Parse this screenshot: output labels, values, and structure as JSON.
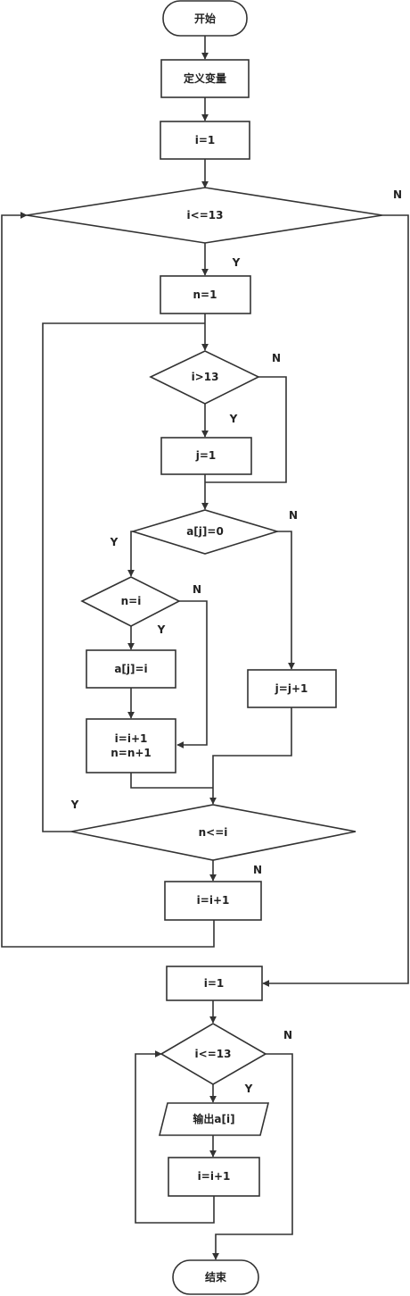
{
  "nodes": {
    "start": "开始",
    "define": "定义变量",
    "i_init": "i=1",
    "cond_i_le_13": "i<=13",
    "n_init": "n=1",
    "cond_i_gt_13": "i>13",
    "j_init": "j=1",
    "cond_aj_eq_0": "a[j]=0",
    "cond_n_eq_i": "n=i",
    "assign_aj_i": "a[j]=i",
    "inc_j": "j=j+1",
    "inc_i_line": "i=i+1",
    "inc_n_line": "n=n+1",
    "cond_n_le_i": "n<=i",
    "inc_i_outer": "i=i+1",
    "i_reset": "i=1",
    "cond_out_le_13": "i<=13",
    "output": "输出a[i]",
    "inc_i_out": "i=i+1",
    "end": "结束"
  },
  "edge_labels": {
    "yes": "Y",
    "no": "N"
  },
  "colors": {
    "stroke": "#333333",
    "background": "#ffffff",
    "text": "#222222"
  }
}
